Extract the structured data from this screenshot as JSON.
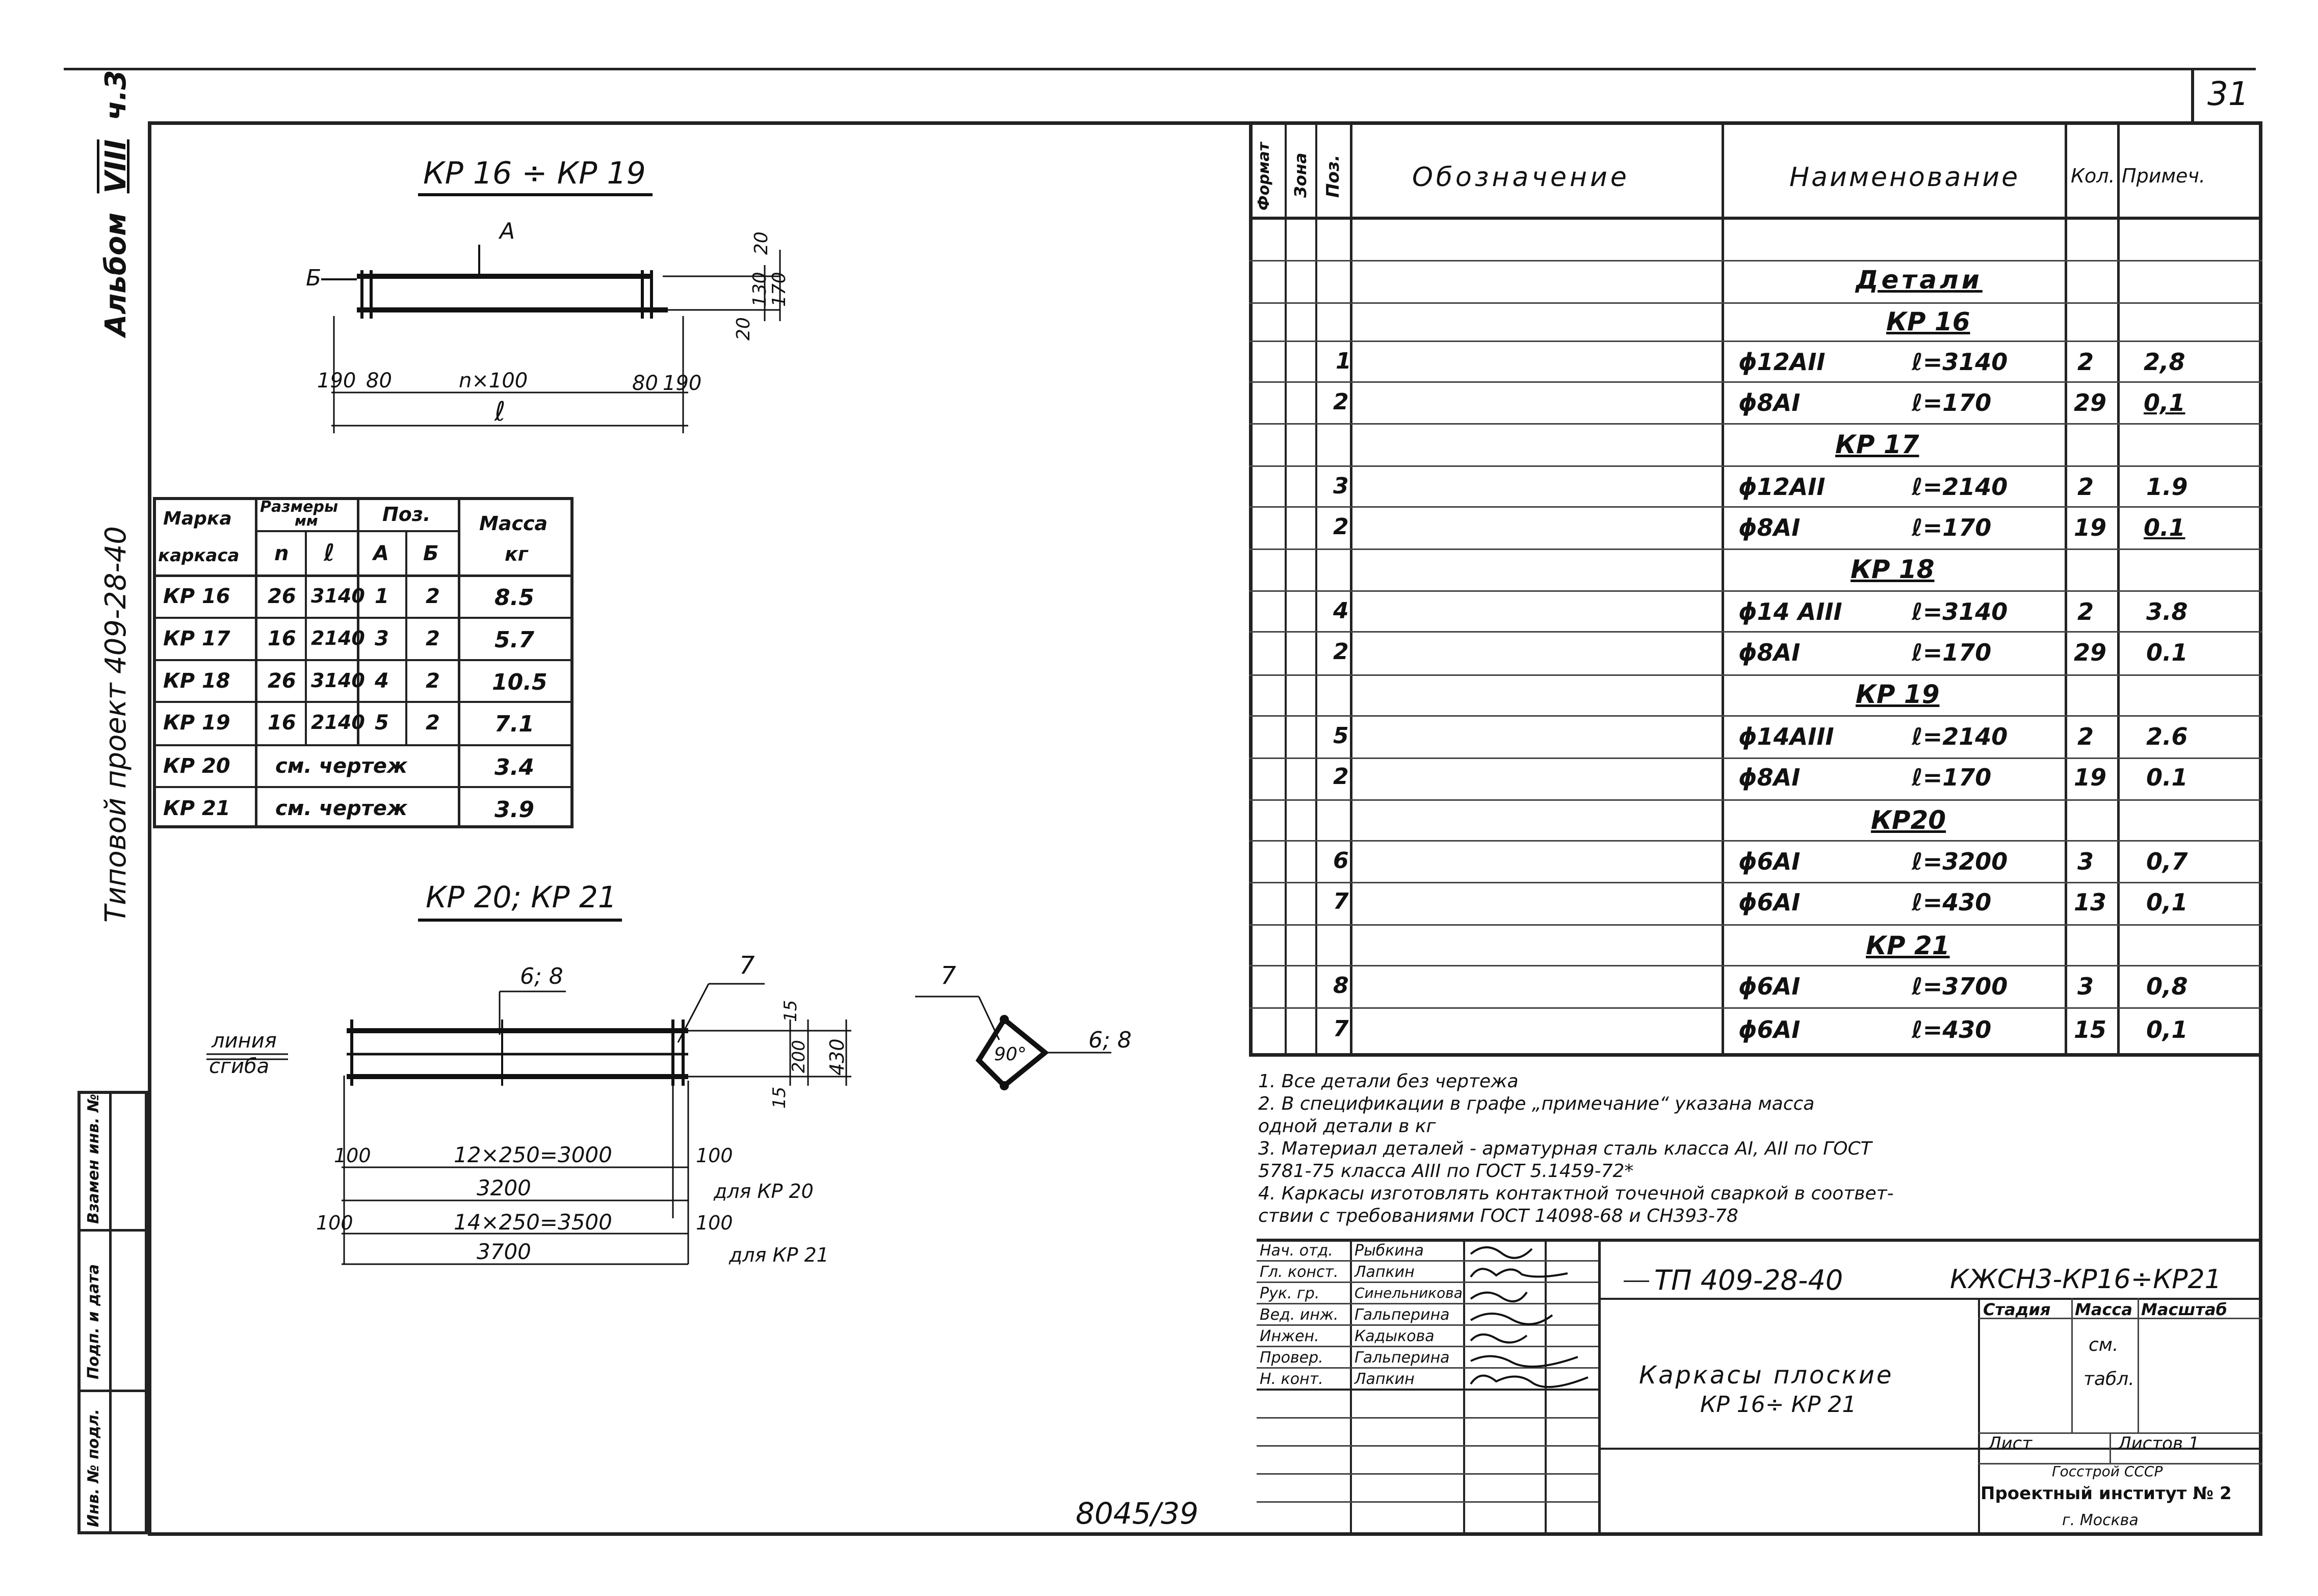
{
  "page_number": "31",
  "side": {
    "album": "Альбом",
    "album_num": "VIII",
    "part": "ч.3",
    "project": "Типовой проект 409-28-40",
    "stamp": [
      "Инв. № подл.",
      "Подп. и дата",
      "Взамен инв. №"
    ]
  },
  "drawing1": {
    "title": "КР 16 ÷ КР 19",
    "labels": {
      "a": "А",
      "b": "Б"
    },
    "dims": {
      "d190a": "190",
      "d80a": "80",
      "nx100": "n×100",
      "d80b": "80",
      "d190b": "190",
      "l": "ℓ",
      "v20a": "20",
      "v130": "130",
      "v170": "170",
      "v20b": "20"
    }
  },
  "marks_table": {
    "headers": {
      "marka": "Марка",
      "karkasa": "каркаса",
      "razmery": "Размеры",
      "mm": "мм",
      "n": "n",
      "l": "ℓ",
      "poz": "Поз.",
      "a": "А",
      "b": "Б",
      "massa": "Масса",
      "kg": "кг"
    },
    "rows": [
      {
        "mark": "КР 16",
        "n": "26",
        "l": "3140",
        "a": "1",
        "b": "2",
        "mass": "8.5"
      },
      {
        "mark": "КР 17",
        "n": "16",
        "l": "2140",
        "a": "3",
        "b": "2",
        "mass": "5.7"
      },
      {
        "mark": "КР 18",
        "n": "26",
        "l": "3140",
        "a": "4",
        "b": "2",
        "mass": "10.5"
      },
      {
        "mark": "КР 19",
        "n": "16",
        "l": "2140",
        "a": "5",
        "b": "2",
        "mass": "7.1"
      },
      {
        "mark": "КР 20",
        "span": "см. чертеж",
        "mass": "3.4"
      },
      {
        "mark": "КР 21",
        "span": "см. чертеж",
        "mass": "3.9"
      }
    ]
  },
  "drawing2": {
    "title": "КР 20; КР 21",
    "line_label": [
      "линия",
      "сгиба"
    ],
    "pos68": "6; 8",
    "pos7": "7",
    "dims": {
      "d100a": "100",
      "span1": "12×250=3000",
      "d100b": "100",
      "d3200": "3200",
      "for20": "для КР 20",
      "d100c": "100",
      "span2": "14×250=3500",
      "d100d": "100",
      "d3700": "3700",
      "for21": "для КР 21",
      "v15a": "15",
      "v200": "200",
      "v430": "430",
      "v15b": "15"
    }
  },
  "drawing3": {
    "pos7": "7",
    "pos68": "6; 8",
    "angle": "90°"
  },
  "spec": {
    "headers": {
      "format": "Формат",
      "zona": "Зона",
      "poz": "Поз.",
      "oboz": "Обозначение",
      "naim": "Наименование",
      "kol": "Кол.",
      "prim": "Примеч."
    },
    "rows": [
      {
        "type": "section",
        "name": "Детали"
      },
      {
        "type": "section",
        "name": "КР 16"
      },
      {
        "poz": "1",
        "dia": "ϕ12AII",
        "len": "ℓ=3140",
        "qty": "2",
        "note": "2,8"
      },
      {
        "poz": "2",
        "dia": "ϕ8AI",
        "len": "ℓ=170",
        "qty": "29",
        "note": "0,1"
      },
      {
        "type": "section",
        "name": "КР 17"
      },
      {
        "poz": "3",
        "dia": "ϕ12AII",
        "len": "ℓ=2140",
        "qty": "2",
        "note": "1.9"
      },
      {
        "poz": "2",
        "dia": "ϕ8AI",
        "len": "ℓ=170",
        "qty": "19",
        "note": "0.1"
      },
      {
        "type": "section",
        "name": "КР 18"
      },
      {
        "poz": "4",
        "dia": "ϕ14 AIII",
        "len": "ℓ=3140",
        "qty": "2",
        "note": "3.8"
      },
      {
        "poz": "2",
        "dia": "ϕ8AI",
        "len": "ℓ=170",
        "qty": "29",
        "note": "0.1"
      },
      {
        "type": "section",
        "name": "КР 19"
      },
      {
        "poz": "5",
        "dia": "ϕ14AIII",
        "len": "ℓ=2140",
        "qty": "2",
        "note": "2.6"
      },
      {
        "poz": "2",
        "dia": "ϕ8AI",
        "len": "ℓ=170",
        "qty": "19",
        "note": "0.1"
      },
      {
        "type": "section",
        "name": "КР20"
      },
      {
        "poz": "6",
        "dia": "ϕ6AI",
        "len": "ℓ=3200",
        "qty": "3",
        "note": "0,7"
      },
      {
        "poz": "7",
        "dia": "ϕ6AI",
        "len": "ℓ=430",
        "qty": "13",
        "note": "0,1"
      },
      {
        "type": "section",
        "name": "КР 21"
      },
      {
        "poz": "8",
        "dia": "ϕ6AI",
        "len": "ℓ=3700",
        "qty": "3",
        "note": "0,8"
      },
      {
        "poz": "7",
        "dia": "ϕ6AI",
        "len": "ℓ=430",
        "qty": "15",
        "note": "0,1"
      }
    ]
  },
  "notes": [
    "1. Все детали без чертежа",
    "2. В спецификации в графе „примечание“ указана масса",
    "одной детали в кг",
    "3. Материал деталей - арматурная сталь класса AI, AII по ГОСТ",
    "5781-75 класса AIII по ГОСТ 5.1459-72*",
    "4. Каркасы изготовлять контактной точечной сваркой в соответ-",
    "ствии с требованиями ГОСТ 14098-68 и СН393-78"
  ],
  "title_block": {
    "signatures": [
      {
        "role": "Нач. отд.",
        "name": "Рыбкина"
      },
      {
        "role": "Гл. конст.",
        "name": "Лапкин"
      },
      {
        "role": "Рук. гр.",
        "name": "Синельникова"
      },
      {
        "role": "Вед. инж.",
        "name": "Гальперина"
      },
      {
        "role": "Инжен.",
        "name": "Кадыкова"
      },
      {
        "role": "Провер.",
        "name": "Гальперина"
      },
      {
        "role": "Н. конт.",
        "name": "Лапкин"
      }
    ],
    "code": "ТП 409-28-40",
    "sheet_code": "КЖСН3-КР16÷КР21",
    "name": [
      "Каркасы плоские",
      "КР 16÷ КР 21"
    ],
    "stadia": "Стадия",
    "massa": "Масса",
    "masshtab": "Масштаб",
    "massa_val": [
      "см.",
      "табл."
    ],
    "list": "Лист",
    "listov": "Листов 1",
    "org": [
      "Госстрой СССР",
      "Проектный институт № 2",
      "г. Москва"
    ]
  },
  "bottom_number": "8045/39"
}
